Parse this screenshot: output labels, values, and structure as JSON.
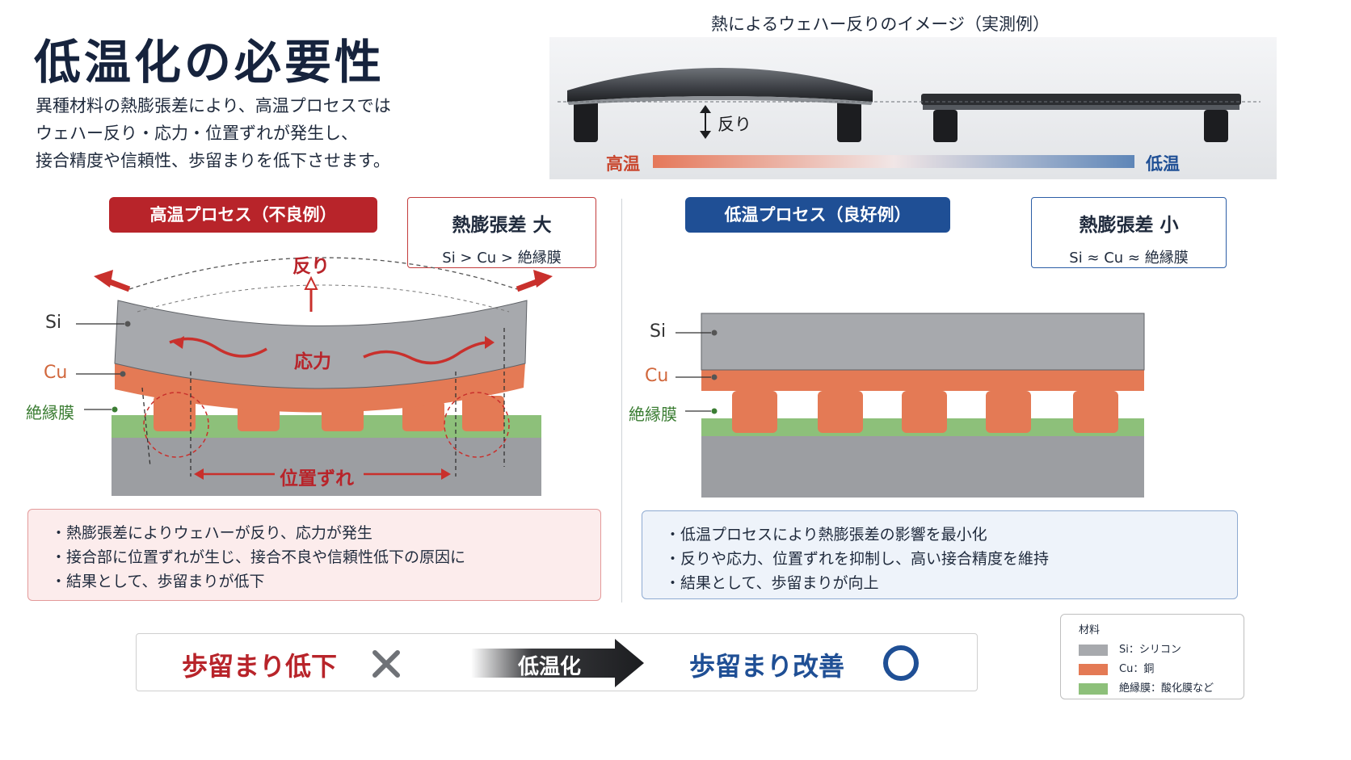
{
  "title": "低温化の必要性",
  "intro": {
    "lines": [
      "異種材料の熱膨張差により、高温プロセスでは",
      "ウェハー反り・応力・位置ずれが発生し、",
      "接合精度や信頼性、歩留まりを低下させます。"
    ]
  },
  "photo": {
    "title": "熱によるウェハー反りのイメージ（実測例）",
    "warp_label": "反り",
    "scale_high": "高温",
    "scale_low": "低温"
  },
  "high_process": {
    "tag": "高温プロセス（不良例）",
    "info_title": "熱膨張差 大",
    "info_formula": "Si > Cu > 絶縁膜",
    "label_warp": "反り",
    "label_stress": "応力",
    "label_shift": "位置ずれ",
    "label_si": "Si",
    "label_cu": "Cu",
    "label_insulator": "絶縁膜",
    "notes": [
      "・熱膨張差によりウェハーが反り、応力が発生",
      "・接合部に位置ずれが生じ、接合不良や信頼性低下の原因に",
      "・結果として、歩留まりが低下"
    ]
  },
  "low_process": {
    "tag": "低温プロセス（良好例）",
    "info_title": "熱膨張差 小",
    "info_formula": "Si ≈ Cu ≈ 絶縁膜",
    "label_si": "Si",
    "label_cu": "Cu",
    "label_insulator": "絶縁膜",
    "notes": [
      "・低温プロセスにより熱膨張差の影響を最小化",
      "・反りや応力、位置ずれを抑制し、高い接合精度を維持",
      "・結果として、歩留まりが向上"
    ]
  },
  "result": {
    "bad": "歩留まり低下",
    "arrow": "低温化",
    "good": "歩留まり改善"
  },
  "legend": {
    "title": "材料",
    "items": [
      {
        "label": "Si：シリコン",
        "color": "#a7a9ad"
      },
      {
        "label": "Cu：銅",
        "color": "#e47a55"
      },
      {
        "label": "絶縁膜：酸化膜など",
        "color": "#8dc07a"
      }
    ]
  },
  "colors": {
    "red": "#b8242a",
    "blue": "#1f4f95",
    "navy": "#16233d",
    "si": "#a7a9ad",
    "cu": "#e47a55",
    "insulator": "#8dc07a"
  },
  "icons": [
    "up-arrow-icon",
    "cross-mark-icon",
    "circle-mark-icon",
    "right-arrow-icon"
  ]
}
